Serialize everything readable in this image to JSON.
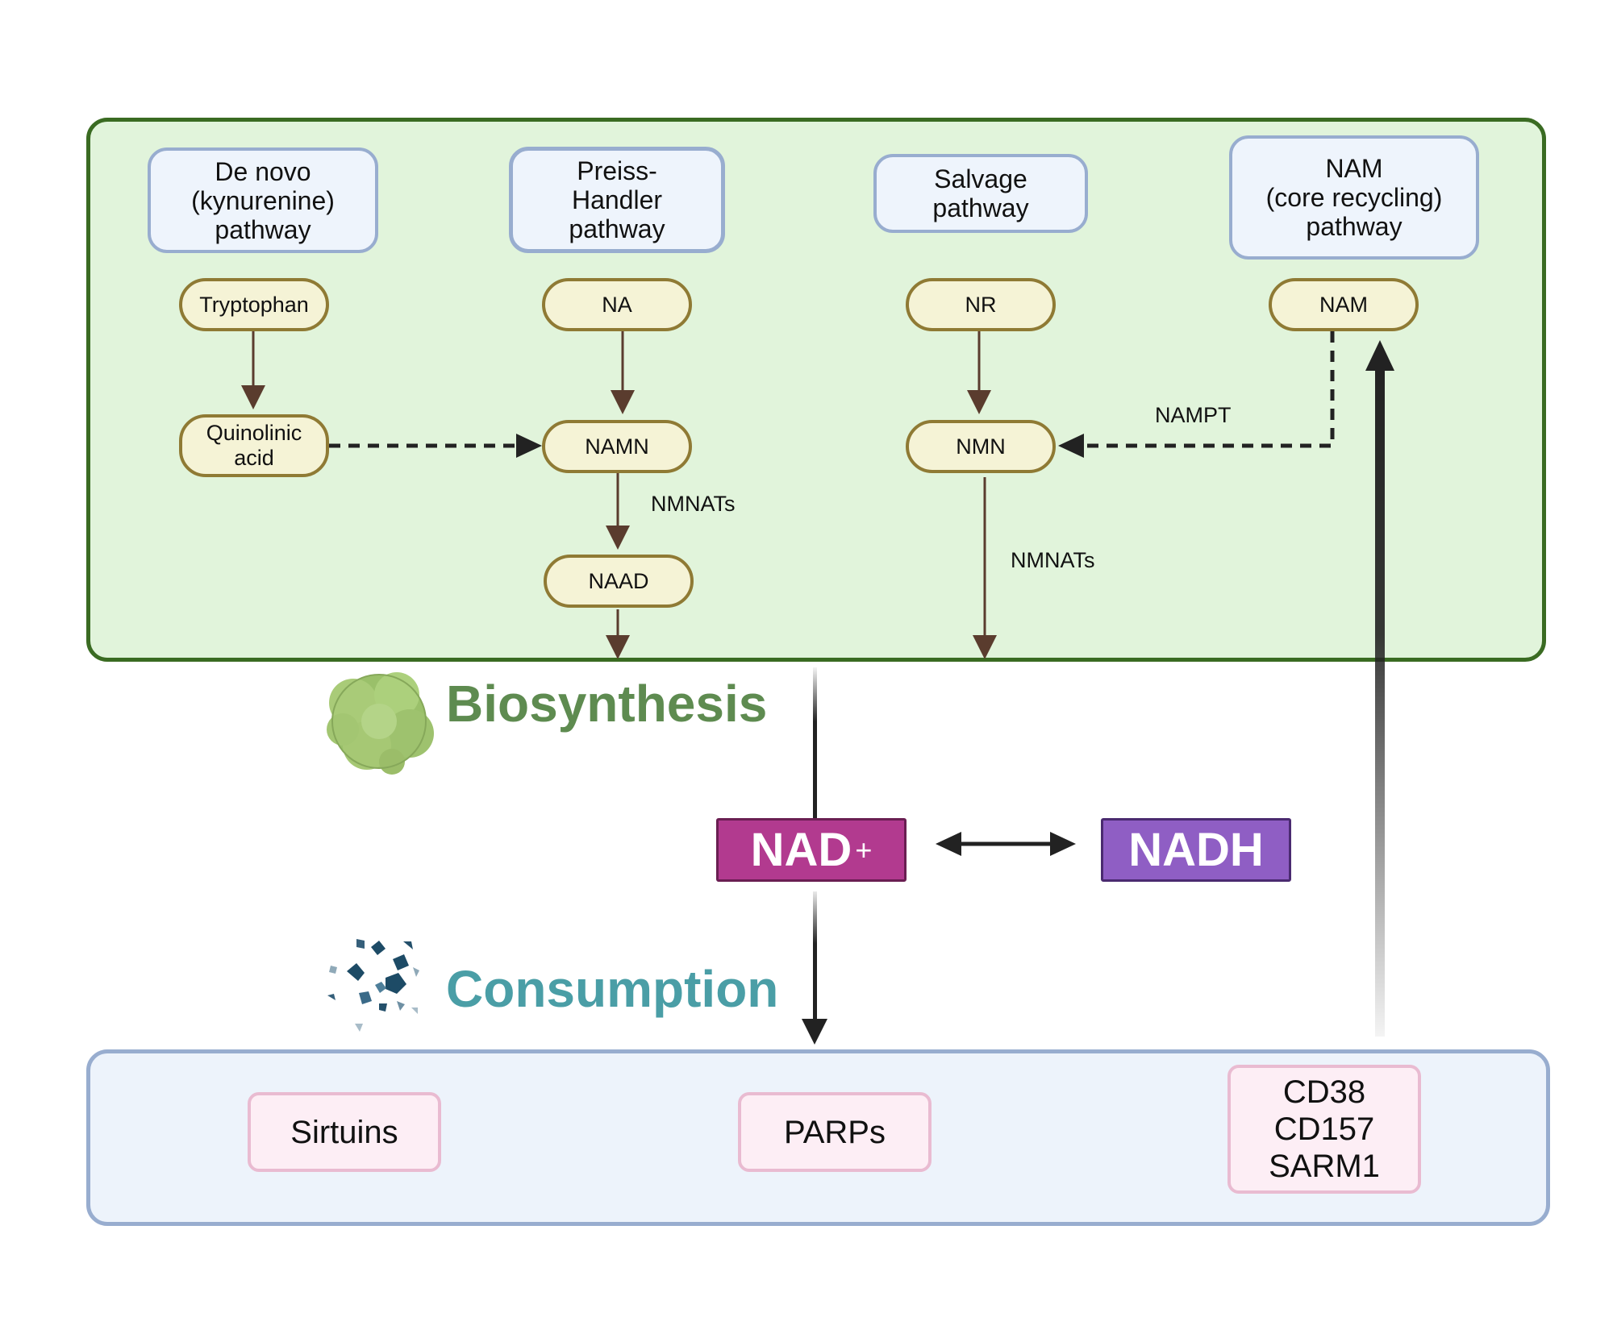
{
  "pathways": {
    "de_novo": "De novo\n(kynurenine)\npathway",
    "preiss_handler": "Preiss-\nHandler\npathway",
    "salvage": "Salvage\npathway",
    "nam_recycling": "NAM\n(core recycling)\npathway"
  },
  "metabolites": {
    "tryptophan": "Tryptophan",
    "quinolinic_acid": "Quinolinic\nacid",
    "na": "NA",
    "namn": "NAMN",
    "naad": "NAAD",
    "nr": "NR",
    "nmn": "NMN",
    "nam": "NAM"
  },
  "enzymes": {
    "nmnats_left": "NMNATs",
    "nmnats_right": "NMNATs",
    "nampt": "NAMPT"
  },
  "sections": {
    "biosynthesis": "Biosynthesis",
    "consumption": "Consumption"
  },
  "cofactors": {
    "nad": "NAD",
    "nad_charge": "+",
    "nadh": "NADH"
  },
  "consumers": {
    "sirtuins": "Sirtuins",
    "parps": "PARPs",
    "cd38_group": "CD38\n CD157\nSARM1"
  },
  "colors": {
    "biosynthesis_title": "#5e8b50",
    "consumption_title": "#4a9ea6",
    "panel_border": "#3a6b22",
    "arrow_brown": "#5a3c2e",
    "nad": "#b23a8f",
    "nadh": "#8f5ec4"
  }
}
